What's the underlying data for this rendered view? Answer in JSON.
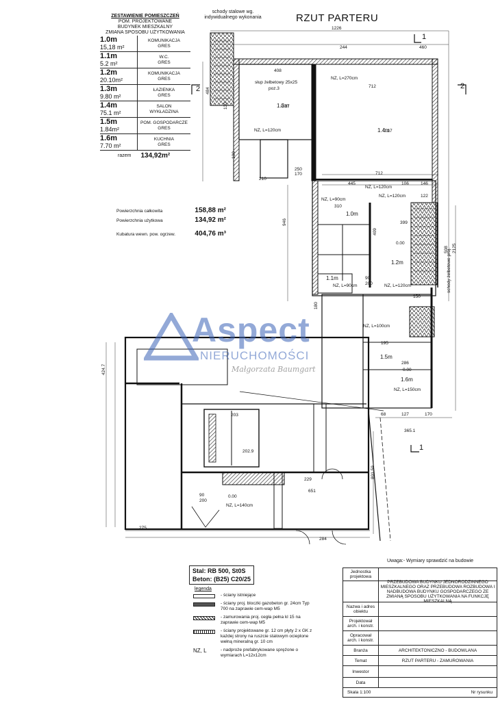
{
  "drawing": {
    "title": "RZUT PARTERU",
    "note": "Uwaga:- Wymiary sprawdzić na budowie",
    "stairs_note_top": "schody stalowe wg. indywidualnego wykonania",
    "stairs_note_side": "schody żelbetowe proj.",
    "column_note": "słup żelbetowy 25x25",
    "column_pos": "poz.3",
    "section_marks": [
      "1",
      "2",
      "2",
      "1"
    ],
    "watermark_brand": "Aspect",
    "watermark_sub": "NIERUCHOMOŚCI",
    "watermark_signature": "Małgorzata Baumgart"
  },
  "room_table": {
    "header": [
      "ZESTAWIENIE POMIESZCZEŃ",
      "POM. PROJEKTOWANE",
      "BUDYNEK MIESZKALNY",
      "ZMIANA SPOSOBU UŻYTKOWANIA"
    ],
    "rows": [
      {
        "num": "1.0m",
        "area": "15,18 m²",
        "name": "KOMUNIKACJA",
        "floor": "GRES"
      },
      {
        "num": "1.1m",
        "area": "5.2 m²",
        "name": "W.C.",
        "floor": "GRES"
      },
      {
        "num": "1.2m",
        "area": "20.10m²",
        "name": "KOMUNIKACJA",
        "floor": "GRES"
      },
      {
        "num": "1.3m",
        "area": "9.80 m²",
        "name": "ŁAZIENKA",
        "floor": "GRES"
      },
      {
        "num": "1.4m",
        "area": "75.1 m²",
        "name": "SALON",
        "floor": "WYKŁADZINA"
      },
      {
        "num": "1.5m",
        "area": "1.84m²",
        "name": "POM. GOSPODARCZE",
        "floor": "GRES"
      },
      {
        "num": "1.6m",
        "area": "7.70 m²",
        "name": "KUCHNIA",
        "floor": "GRES"
      }
    ],
    "sum_label": "razem",
    "sum_value": "134,92m²"
  },
  "areas": {
    "total_label": "Powierzchnia całkowita",
    "total_value": "158,88 m²",
    "usable_label": "Powierzchnia użytkowa",
    "usable_value": "134,92 m²",
    "volume_label": "Kubatura wewn. pow. ogrzew.",
    "volume_value": "404,76 m³"
  },
  "legend": {
    "steel": "Stal: RB 500, St0S",
    "concrete": "Beton: (B25) C20/25",
    "title": "legenda",
    "items": [
      "- ściany istniejące",
      "- ściany proj. bloczki gazobeton gr. 24cm Typ 700 na zaprawie cem-wap M5",
      "- zamurowania proj. cegła pełna kl 15 na zaprawie cem-wap M5",
      "- ściany projektowane gr. 12 cm płyty 2 x GK z każdej strony na ruszcie stalowym ocieplone wełną mineralną gr. 10 cm",
      "- nadproże prefabrykowane sprężone o wymiarach L=12x12cm"
    ],
    "lintel_symbol": "NZ, L"
  },
  "title_block": {
    "rows": [
      {
        "k": "Jednostka projektowa",
        "v": ""
      },
      {
        "k": "",
        "v": "PRZEBUDOWA BUDYNKU JEDNORODZINNEGO MIESZKALNEGO ORAZ PRZEBUDOWA ROZBUDOWA I NADBUDOWA BUDYNKU GOSPODARCZEGO ZE ZMIANĄ SPOSOBU UŻYTKOWANIA NA FUNKCJĘ MIESZKALNĄ"
      },
      {
        "k": "Nazwa i adres obiektu",
        "v": ""
      },
      {
        "k": "Projektował arch. i konstr.",
        "v": ""
      },
      {
        "k": "Opracował arch. i konstr.",
        "v": ""
      },
      {
        "k": "Branża",
        "v": "ARCHITEKTONICZNO - BUDOWLANA"
      },
      {
        "k": "Temat",
        "v": "RZUT PARTERU - ZAMUROWANIA"
      },
      {
        "k": "Inwestor",
        "v": ""
      },
      {
        "k": "Data",
        "v": ""
      }
    ],
    "scale": "Skala  1:100",
    "drawing_no": "Nr rysunku"
  },
  "plan_labels": {
    "rooms": [
      "1.4m",
      "1.3m",
      "1.2m",
      "1.1m",
      "1.0m",
      "1.5m",
      "1.6m"
    ],
    "lintels": [
      "NZ, L=270cm",
      "NZ, L=120cm",
      "NZ, L=120cm",
      "NZ, L=90cm",
      "NZ, L=100cm",
      "NZ, L=150cm",
      "NZ, L=120cm",
      "NZ, L=90cm",
      "NZ, L=140cm",
      "NZ, L=120cm"
    ],
    "dims": [
      "1226",
      "244",
      "460",
      "408",
      "712",
      "712",
      "484",
      "0.17",
      "0.17",
      "0.00",
      "0.00",
      "0.00",
      "445",
      "106",
      "146",
      "310",
      "409",
      "399",
      "122",
      "195",
      "286",
      "365.1",
      "68",
      "127",
      "170",
      "651",
      "275",
      "284",
      "203",
      "202.9",
      "229",
      "801.59",
      "424.7",
      "946",
      "508",
      "2125",
      "100",
      "130",
      "250",
      "170",
      "210",
      "180",
      "90",
      "90",
      "200",
      "200",
      "150"
    ]
  }
}
